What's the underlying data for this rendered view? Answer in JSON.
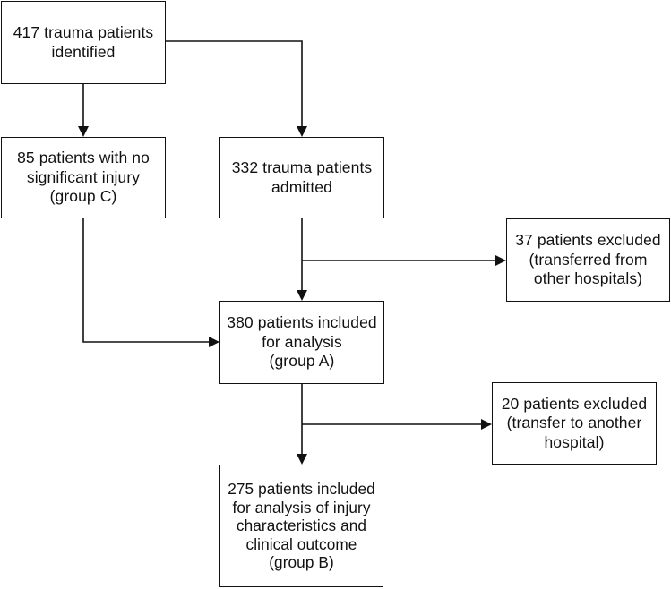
{
  "flowchart": {
    "nodes": {
      "identified": "417 trauma patients\nidentified",
      "no_injury": "85 patients with no\nsignificant injury\n(group C)",
      "admitted": "332 trauma patients\nadmitted",
      "excluded_transferred": "37 patients excluded\n(transferred from\nother hospitals)",
      "included_analysis": "380 patients included\nfor analysis\n(group A)",
      "excluded_transfer": "20 patients excluded\n(transfer to another\nhospital)",
      "included_outcome": "275 patients included\nfor analysis of injury\ncharacteristics and\nclinical outcome\n(group B)"
    },
    "edges": [
      {
        "from": "identified",
        "to": "no_injury"
      },
      {
        "from": "identified",
        "to": "admitted"
      },
      {
        "from": "admitted",
        "to": "excluded_transferred"
      },
      {
        "from": "admitted",
        "to": "included_analysis"
      },
      {
        "from": "no_injury",
        "to": "included_analysis"
      },
      {
        "from": "included_analysis",
        "to": "excluded_transfer"
      },
      {
        "from": "included_analysis",
        "to": "included_outcome"
      }
    ],
    "colors": {
      "line": "#111111",
      "box_border": "#111111",
      "background": "#ffffff"
    }
  }
}
